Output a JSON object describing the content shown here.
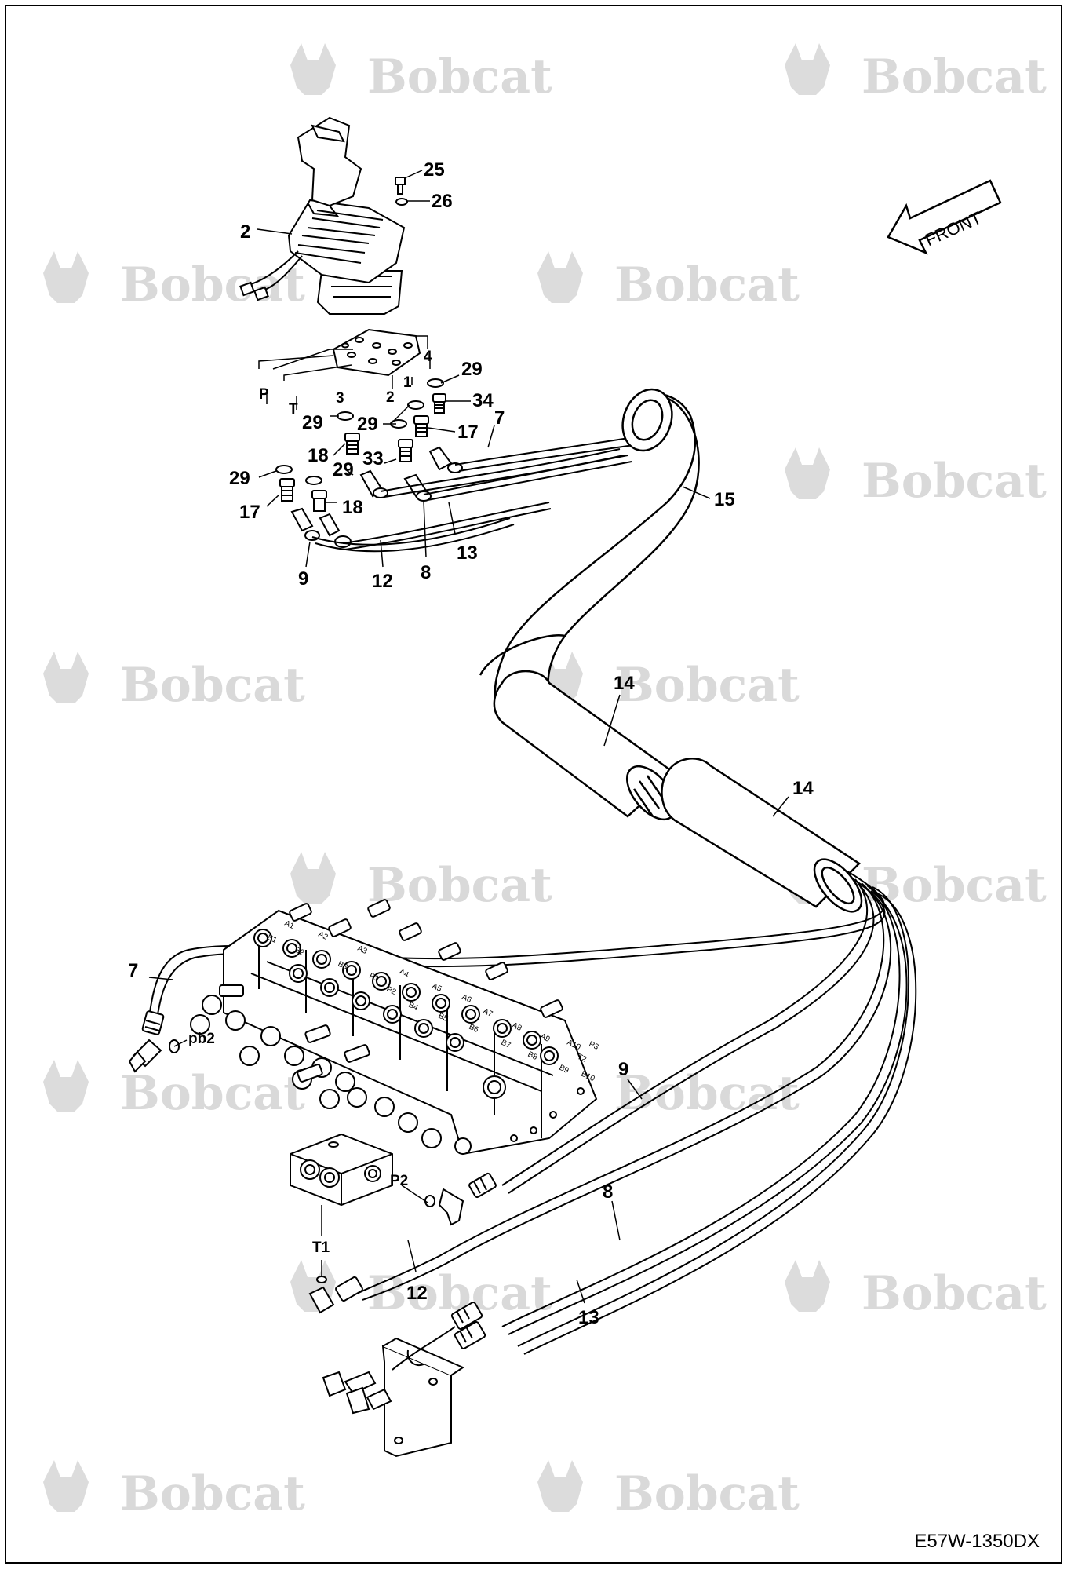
{
  "watermark": {
    "text": "Bobcat",
    "color": "#d9d9d9"
  },
  "front_arrow": {
    "label": "FRONT"
  },
  "drawing_id": "E57W-1350DX",
  "callouts": {
    "c25": "25",
    "c26": "26",
    "c2": "2",
    "p_port": "P",
    "t_port": "T",
    "port3": "3",
    "port2": "2",
    "port1": "1",
    "port4": "4",
    "c29_a": "29",
    "c34": "34",
    "c29_b": "29",
    "c29_c": "29",
    "c17_a": "17",
    "c7_a": "7",
    "c18_a": "18",
    "c29_d": "29",
    "c33": "33",
    "c29_e": "29",
    "c17_b": "17",
    "c18_b": "18",
    "c15": "15",
    "c13_a": "13",
    "c9_a": "9",
    "c12_a": "12",
    "c8_a": "8",
    "c14_a": "14",
    "c14_b": "14",
    "c7_b": "7",
    "pb2": "pb2",
    "c9_b": "9",
    "c8_b": "8",
    "p2": "P2",
    "t1": "T1",
    "c12_b": "12",
    "c13_b": "13"
  },
  "valve_labels": [
    "A1",
    "B1",
    "A2",
    "B2",
    "A3",
    "B3",
    "P1",
    "P2",
    "A4",
    "B4",
    "A5",
    "B5",
    "A6",
    "B6",
    "A7",
    "B7",
    "A8",
    "B8",
    "A9",
    "B9",
    "A10",
    "B10",
    "T2",
    "P3"
  ]
}
